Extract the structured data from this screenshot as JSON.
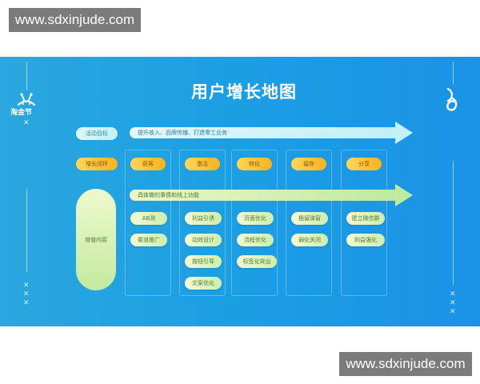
{
  "watermark": {
    "top": "www.sdxinjude.com",
    "bottom": "www.sdxinjude.com"
  },
  "banner": {
    "title": "用户增长地图",
    "logo_left_text": "淘金节",
    "colors": {
      "background": "#1c9fe3",
      "orange": "#f7b21f",
      "green": "#c3ea9f",
      "cyan": "#c3eff7"
    }
  },
  "rows": {
    "goal": {
      "label": "活动目标",
      "arrow_text": "提升收入、品牌传播、打造零工业务"
    },
    "loop": {
      "label": "增长闭环",
      "stages": [
        "获客",
        "激活",
        "转化",
        "留存",
        "分享"
      ]
    },
    "content": {
      "label": "增值内容",
      "arrow_text": "具体做的事情和线上功能",
      "columns": [
        [
          "AB测",
          "渠道推广"
        ],
        [
          "利益引诱",
          "动效设计",
          "按钮引导",
          "文案优化"
        ],
        [
          "页面优化",
          "流程优化",
          "标签化突出"
        ],
        [
          "挽留弹窗",
          "弱化关闭"
        ],
        [
          "建立微信群",
          "利益强化"
        ]
      ]
    }
  },
  "icons": [
    "bee-logo-icon",
    "rocket-logo-icon",
    "x-mark-icon"
  ]
}
